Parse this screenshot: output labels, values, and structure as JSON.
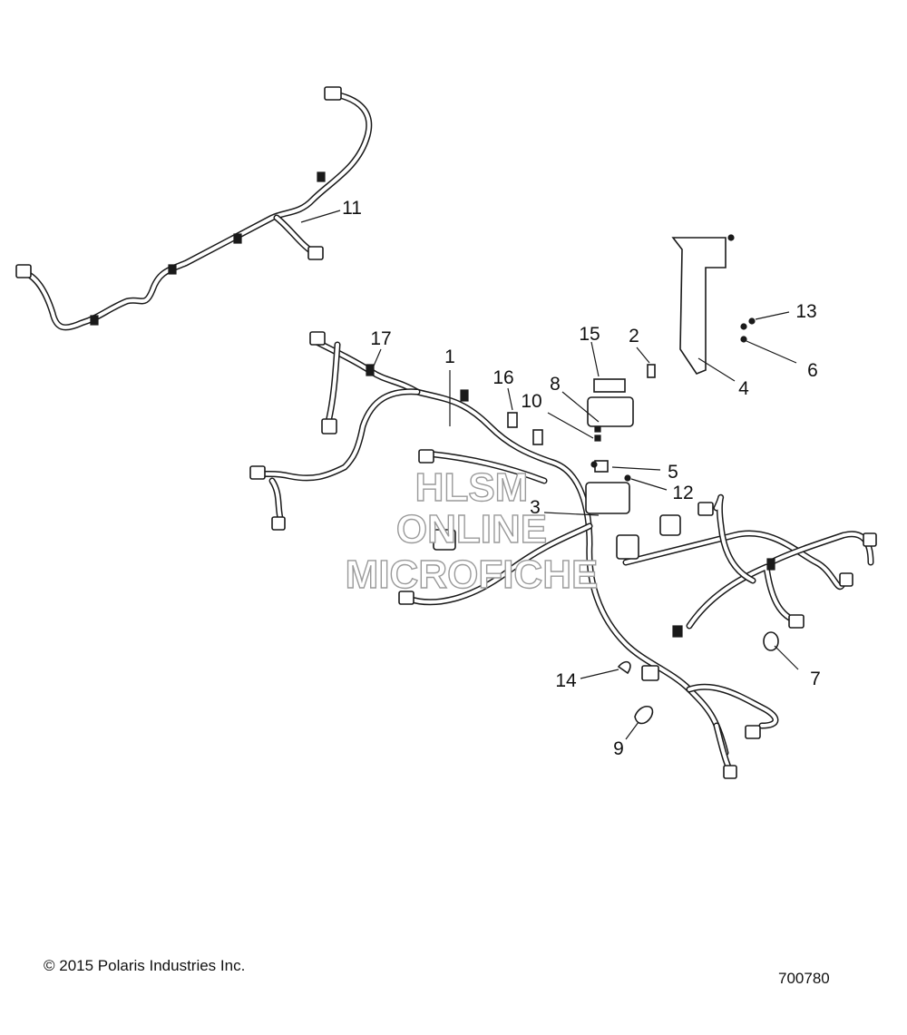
{
  "callouts": [
    {
      "id": "1",
      "label": "1"
    },
    {
      "id": "2",
      "label": "2"
    },
    {
      "id": "3",
      "label": "3"
    },
    {
      "id": "4",
      "label": "4"
    },
    {
      "id": "5",
      "label": "5"
    },
    {
      "id": "6",
      "label": "6"
    },
    {
      "id": "7",
      "label": "7"
    },
    {
      "id": "8",
      "label": "8"
    },
    {
      "id": "9",
      "label": "9"
    },
    {
      "id": "10",
      "label": "10"
    },
    {
      "id": "11",
      "label": "11"
    },
    {
      "id": "12",
      "label": "12"
    },
    {
      "id": "13",
      "label": "13"
    },
    {
      "id": "14",
      "label": "14"
    },
    {
      "id": "15",
      "label": "15"
    },
    {
      "id": "16",
      "label": "16"
    },
    {
      "id": "17",
      "label": "17"
    }
  ],
  "watermark": {
    "line1": "HLSM",
    "line2": "ONLINE",
    "line3": "MICROFICHE"
  },
  "footer": {
    "copyright": "© 2015 Polaris Industries Inc.",
    "doc_number": "700780"
  }
}
